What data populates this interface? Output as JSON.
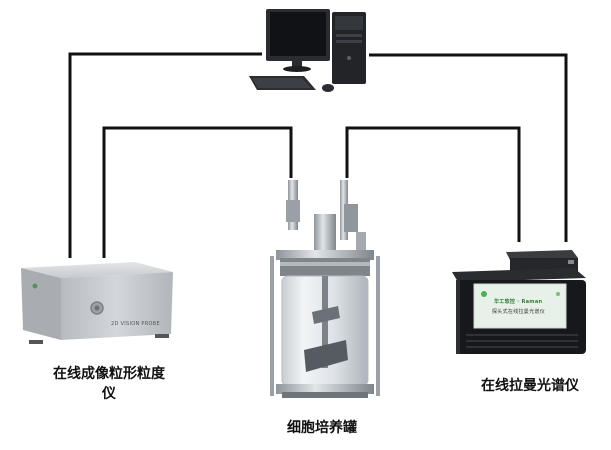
{
  "labels": {
    "particle_sizer": "在线成像粒形粒度仪",
    "bioreactor": "细胞培养罐",
    "raman": "在线拉曼光谱仪"
  },
  "device_text": {
    "particle_sizer_brand": "2D VISION PROBE",
    "raman_title": "华工软控 · Raman",
    "raman_subtitle": "探头式在线拉曼光谱仪"
  },
  "colors": {
    "connector_lines": "#111111",
    "device_silver": "#c9ccd0",
    "raman_case": "#1a1a1a",
    "raman_panel": "#e8f0ea"
  },
  "icons": [
    "computer-icon",
    "particle-sizer-image",
    "bioreactor-image",
    "raman-spectrometer-image"
  ]
}
